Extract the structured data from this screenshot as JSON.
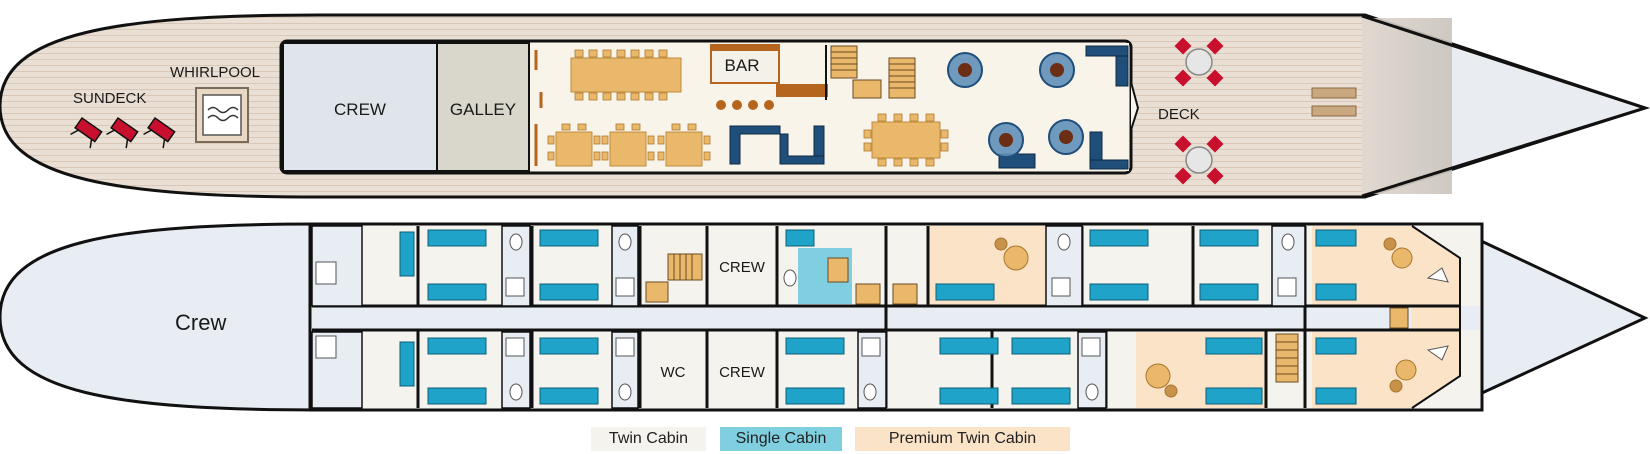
{
  "upper_deck": {
    "sundeck": "SUNDECK",
    "whirlpool": "WHIRLPOOL",
    "crew": "CREW",
    "galley": "GALLEY",
    "bar": "BAR",
    "deck": "DECK"
  },
  "lower_deck": {
    "crew_area": "Crew",
    "crew_room_top": "CREW",
    "crew_room_bottom": "CREW",
    "wc": "WC"
  },
  "legend": {
    "twin": "Twin Cabin",
    "single": "Single Cabin",
    "premium": "Premium Twin Cabin"
  },
  "colors": {
    "deck_wood": "#e9ddd2",
    "hull_fill": "#e8edf3",
    "twin_cabin": "#f5f3ee",
    "single_cabin": "#7fcfe0",
    "premium_cabin": "#fbe3c8",
    "bed_blue": "#1fa3c8",
    "table_wood": "#e9b86a",
    "chair_navy": "#1f4e7a"
  }
}
